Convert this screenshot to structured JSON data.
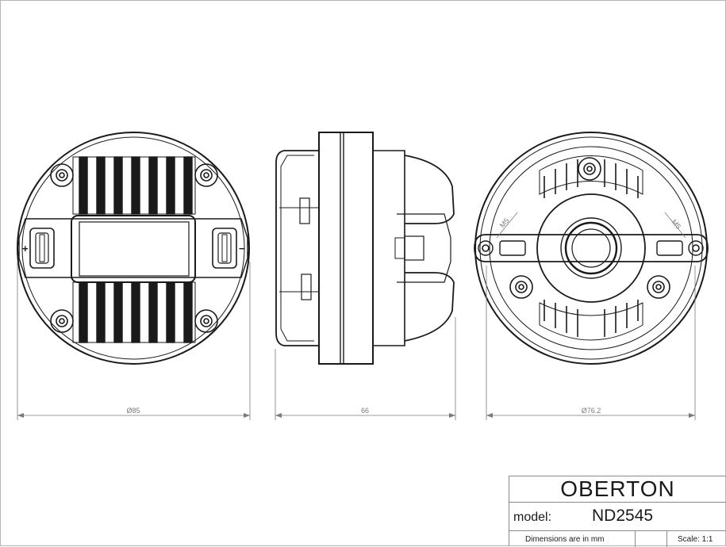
{
  "title_block": {
    "brand": "OBERTON",
    "model_label": "model:",
    "model_value": "ND2545",
    "dimensions_note": "Dimensions are in mm",
    "scale": "Scale: 1:1"
  },
  "dimensions": {
    "front_diameter": "Ø85",
    "depth": "66",
    "rear_diameter": "Ø76.2"
  },
  "thread_labels": {
    "left": "M5",
    "right": "M5"
  },
  "terminal_marks": {
    "positive": "+",
    "negative": "−"
  }
}
